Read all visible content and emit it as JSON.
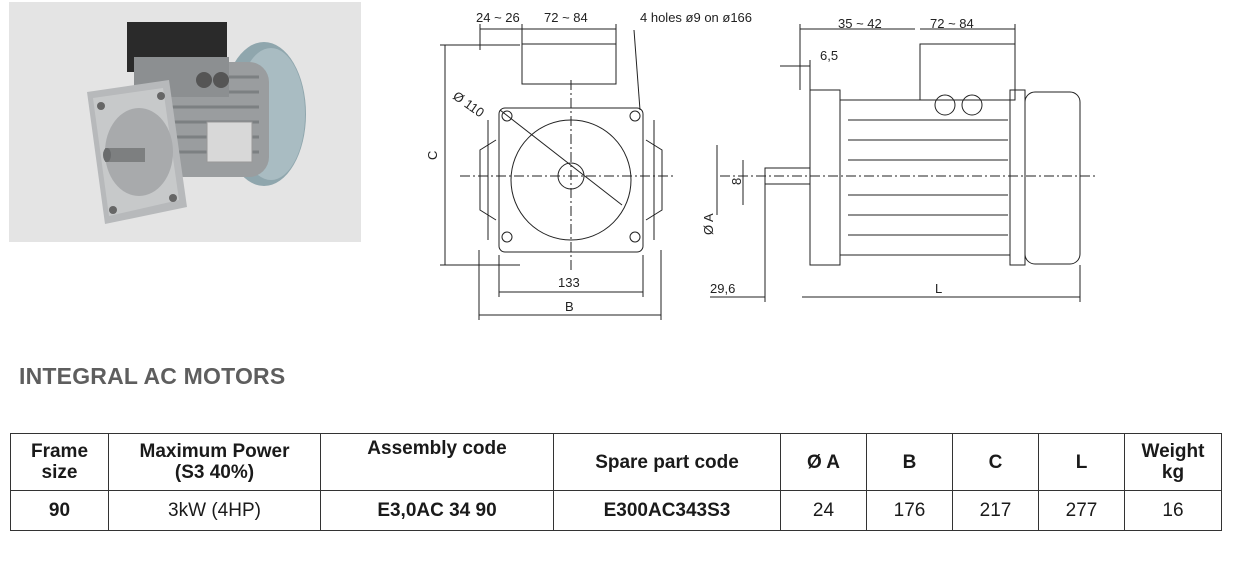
{
  "drawing": {
    "dims": {
      "top_a": "24 ~ 26",
      "top_b": "72 ~ 84",
      "holes": "4 holes ø9 on ø166",
      "top_c": "35 ~ 42",
      "top_d": "72 ~ 84",
      "d65": "6,5",
      "dia110": "Ø 110",
      "c": "C",
      "eight": "8",
      "oa": "Ø A",
      "d133": "133",
      "b": "B",
      "d296": "29,6",
      "l": "L"
    }
  },
  "section": {
    "title": "INTEGRAL AC MOTORS"
  },
  "table": {
    "headers": {
      "frame_l1": "Frame",
      "frame_l2": "size",
      "power_l1": "Maximum Power",
      "power_l2": "(S3 40%)",
      "assembly": "Assembly code",
      "spare": "Spare part code",
      "oa": "Ø A",
      "b": "B",
      "c": "C",
      "l": "L",
      "weight_l1": "Weight",
      "weight_l2": "kg"
    },
    "row": {
      "frame": "90",
      "power": "3kW (4HP)",
      "assembly": "E3,0AC 34 90",
      "spare": "E300AC343S3",
      "oa": "24",
      "b": "176",
      "c": "217",
      "l": "277",
      "weight": "16"
    }
  }
}
